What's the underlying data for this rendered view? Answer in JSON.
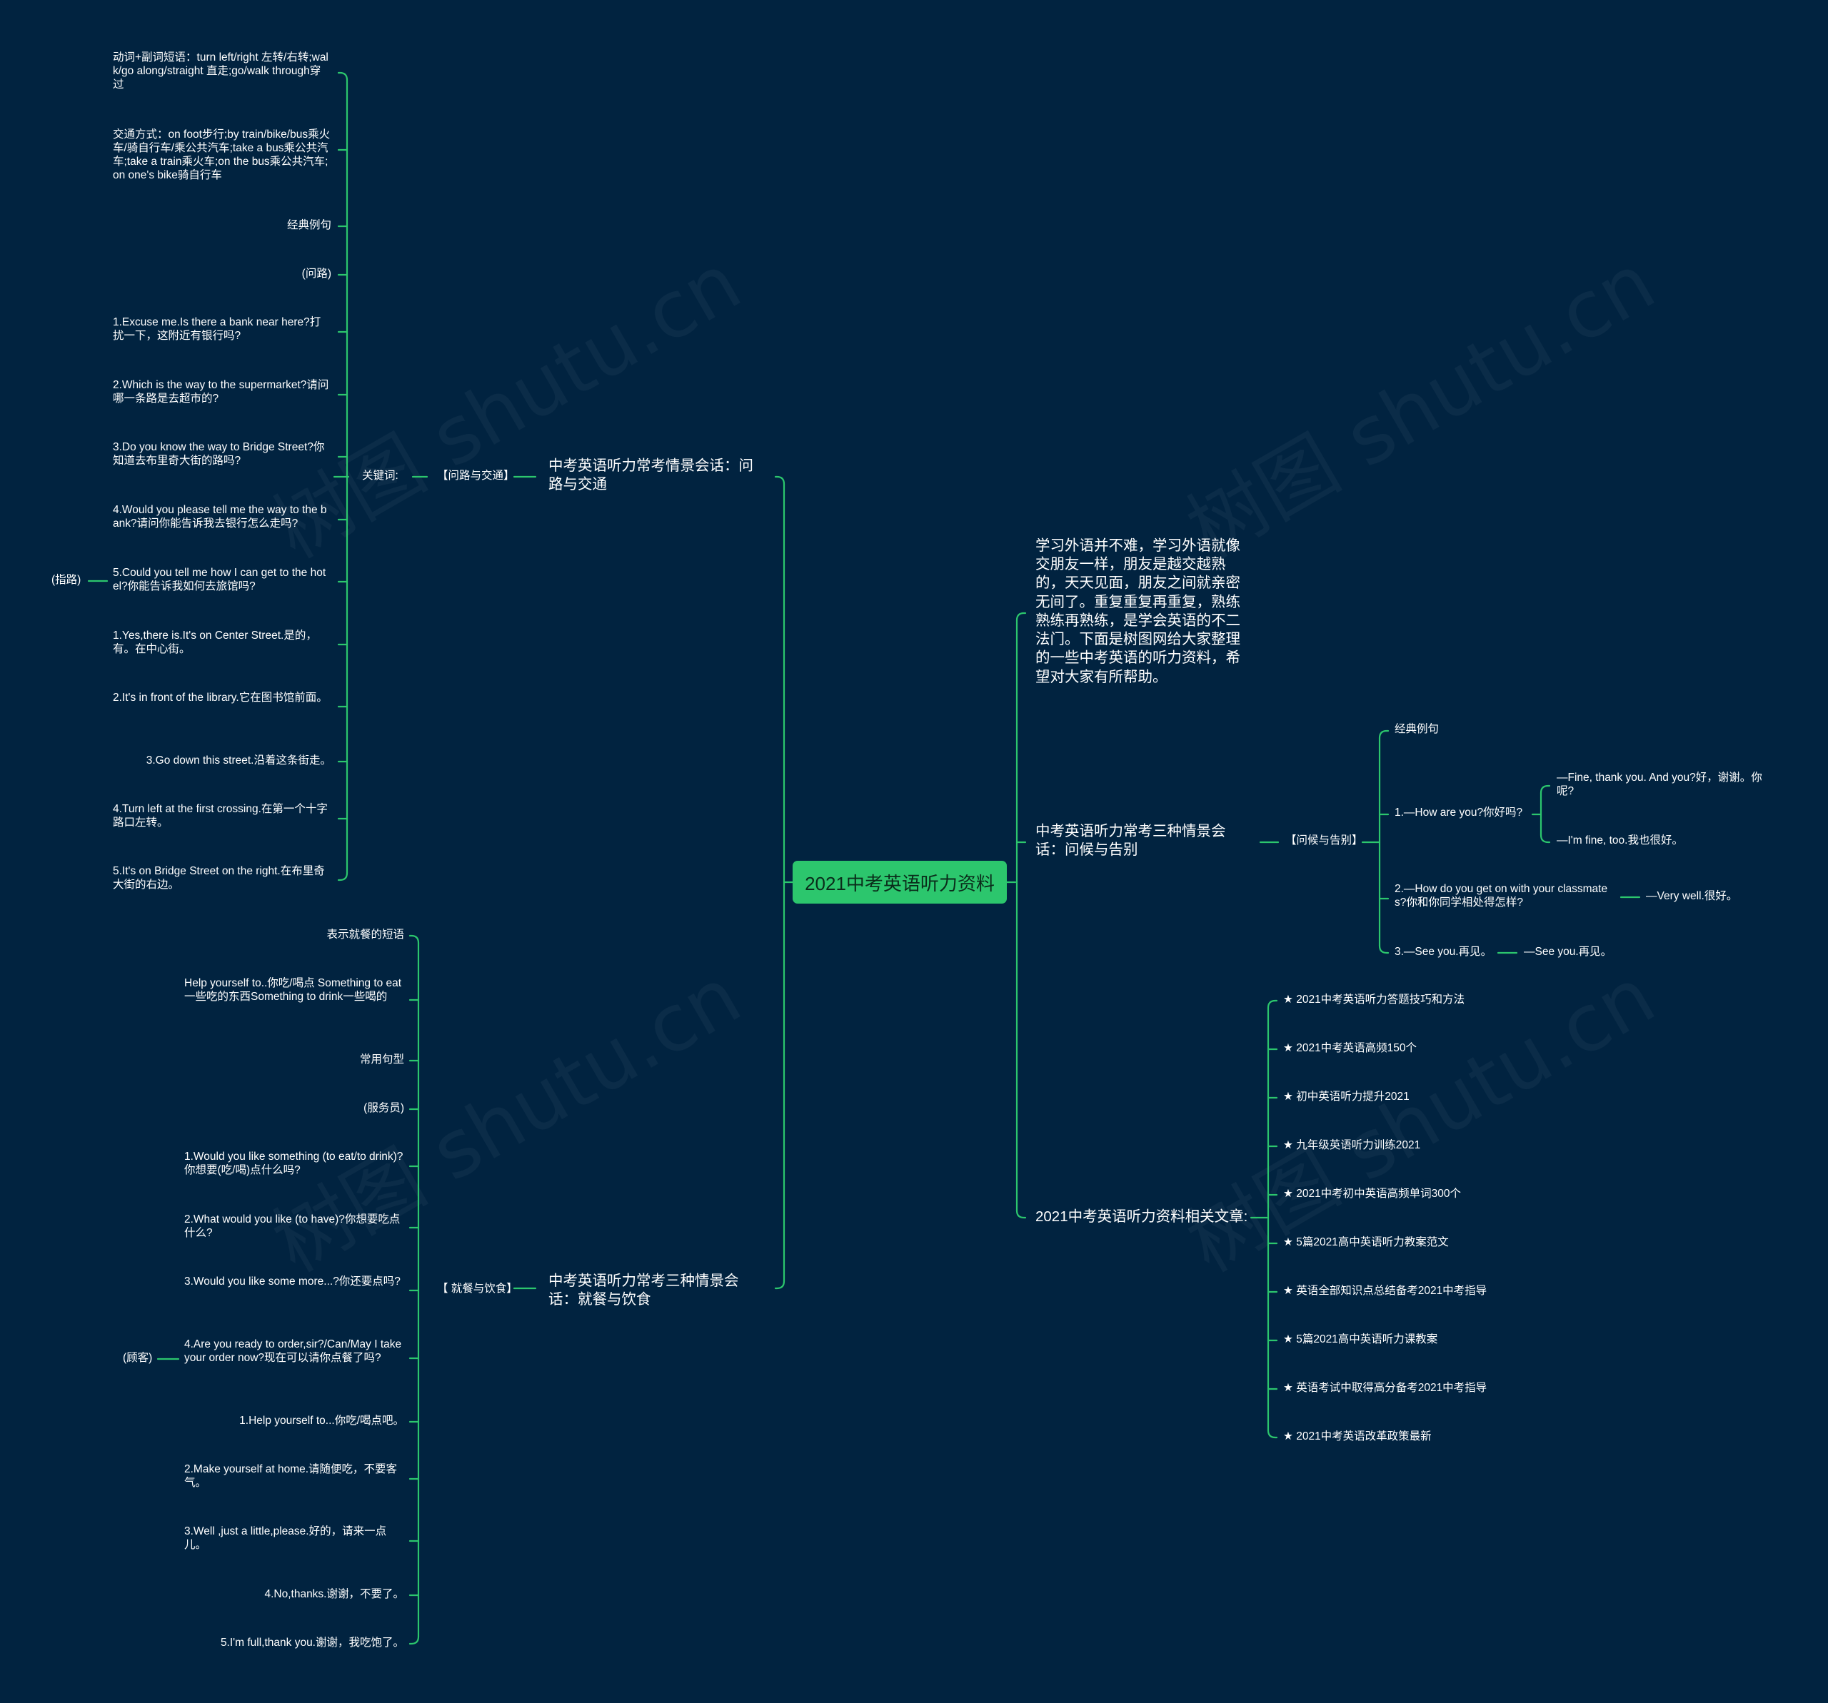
{
  "root": "2021中考英语听力资料",
  "watermark": "树图 shutu.cn",
  "colors": {
    "background": "#012340",
    "line": "#2cc66d",
    "root_fill": "#2cc66d",
    "text": "#ffffff"
  },
  "branch_directions": "问路与交通",
  "branch_directions_title": "中考英语听力常考情景会话：问路与交通",
  "directions_label": "【问路与交通】",
  "directions_keywords": "关键词:",
  "directions_items": [
    "动词+副词短语：turn left/right 左转/右转;walk/go along/straight 直走;go/walk through穿过",
    "交通方式：on foot步行;by train/bike/bus乘火车/骑自行车/乘公共汽车;take a bus乘公共汽车;take a train乘火车;on the bus乘公共汽车;on one's bike骑自行车",
    "经典例句",
    "(问路)",
    "1.Excuse me.Is there a bank near here?打扰一下，这附近有银行吗?",
    "2.Which is the way to the supermarket?请问哪一条路是去超市的?",
    "3.Do you know the way to Bridge Street?你知道去布里奇大街的路吗?",
    "4.Would you please tell me the way to the bank?请问你能告诉我去银行怎么走吗?",
    "5.Could you tell me how I can get to the hotel?你能告诉我如何去旅馆吗?",
    "1.Yes,there is.It's on Center Street.是的，有。在中心街。",
    "2.It's in front of the library.它在图书馆前面。",
    "3.Go down this street.沿着这条街走。",
    "4.Turn left at the first crossing.在第一个十字路口左转。",
    "5.It's on Bridge Street on the right.在布里奇大街的右边。"
  ],
  "directions_pointing": "(指路)",
  "branch_dining_title": "中考英语听力常考三种情景会话：就餐与饮食",
  "dining_label": "【 就餐与饮食】",
  "dining_items": [
    "表示就餐的短语",
    "Help yourself to..你吃/喝点 Something to eat一些吃的东西Something to drink一些喝的",
    "常用句型",
    "(服务员)",
    "1.Would you like something (to eat/to drink)?你想要(吃/喝)点什么吗?",
    "2.What would you like (to have)?你想要吃点什么?",
    "3.Would you like some more...?你还要点吗?",
    "4.Are you ready to order,sir?/Can/May I take your order now?现在可以请你点餐了吗?",
    "1.Help yourself to...你吃/喝点吧。",
    "2.Make yourself at home.请随便吃，不要客气。",
    "3.Well ,just a little,please.好的，请来一点儿。",
    "4.No,thanks.谢谢，不要了。",
    "5.I'm full,thank you.谢谢，我吃饱了。"
  ],
  "dining_customer": "(顾客)",
  "intro": "学习外语并不难，学习外语就像交朋友一样，朋友是越交越熟的，天天见面，朋友之间就亲密无间了。重复重复再重复，熟练熟练再熟练，是学会英语的不二法门。下面是树图网给大家整理的一些中考英语的听力资料，希望对大家有所帮助。",
  "branch_greeting_title": "中考英语听力常考三种情景会话：问候与告别",
  "greeting_label": "【问候与告别】",
  "greeting_example": "经典例句",
  "greeting_q1": "1.—How are you?你好吗?",
  "greeting_a1a": "—Fine, thank you. And you?好，谢谢。你呢?",
  "greeting_a1b": "—I'm fine, too.我也很好。",
  "greeting_q2": "2.—How do you get on with your classmates?你和你同学相处得怎样?",
  "greeting_a2": "—Very well.很好。",
  "greeting_q3": "3.—See you.再见。",
  "greeting_a3": "—See you.再见。",
  "related_title": "2021中考英语听力资料相关文章:",
  "related_items": [
    "★ 2021中考英语听力答题技巧和方法",
    "★ 2021中考英语高频150个",
    "★ 初中英语听力提升2021",
    "★ 九年级英语听力训练2021",
    "★ 2021中考初中英语高频单词300个",
    "★ 5篇2021高中英语听力教案范文",
    "★ 英语全部知识点总结备考2021中考指导",
    "★ 5篇2021高中英语听力课教案",
    "★ 英语考试中取得高分备考2021中考指导",
    "★ 2021中考英语改革政策最新"
  ]
}
